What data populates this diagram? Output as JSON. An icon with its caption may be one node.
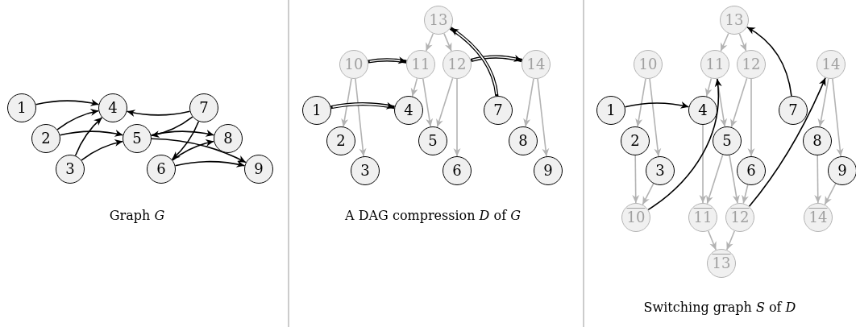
{
  "diagram": {
    "nodes": [
      {
        "text": [
          "1"
        ]
      },
      {
        "text": [
          "2"
        ]
      },
      {
        "text": [
          "3"
        ]
      },
      {
        "text": [
          "4"
        ]
      },
      {
        "text": [
          "5"
        ]
      },
      {
        "text": [
          "6"
        ]
      },
      {
        "text": [
          "7"
        ]
      },
      {
        "text": [
          "8"
        ]
      },
      {
        "text": [
          "9"
        ]
      },
      {
        "text": [
          "1"
        ]
      },
      {
        "text": [
          "2"
        ]
      },
      {
        "text": [
          "3"
        ]
      },
      {
        "text": [
          "4"
        ]
      },
      {
        "text": [
          "5"
        ]
      },
      {
        "text": [
          "6"
        ]
      },
      {
        "text": [
          "7"
        ]
      },
      {
        "text": [
          "8"
        ]
      },
      {
        "text": [
          "9"
        ]
      },
      {
        "text": [
          "10"
        ]
      },
      {
        "text": [
          "11"
        ]
      },
      {
        "text": [
          "12"
        ]
      },
      {
        "text": [
          "13"
        ]
      },
      {
        "text": [
          "14"
        ]
      },
      {
        "text": [
          "1"
        ]
      },
      {
        "text": [
          "2"
        ]
      },
      {
        "text": [
          "3"
        ]
      },
      {
        "text": [
          "4"
        ]
      },
      {
        "text": [
          "5"
        ]
      },
      {
        "text": [
          "6"
        ]
      },
      {
        "text": [
          "7"
        ]
      },
      {
        "text": [
          "8"
        ]
      },
      {
        "text": [
          "9"
        ]
      },
      {
        "text": [
          "10"
        ]
      },
      {
        "text": [
          "11"
        ]
      },
      {
        "text": [
          "12"
        ]
      },
      {
        "text": [
          "13"
        ]
      },
      {
        "text": [
          "14"
        ]
      },
      {
        "text": [
          "10"
        ]
      },
      {
        "text": [
          "11"
        ]
      },
      {
        "text": [
          "12"
        ]
      },
      {
        "text": [
          "13"
        ]
      },
      {
        "text": [
          "14"
        ]
      }
    ],
    "edges": [
      {
        "from": 0,
        "to": 3,
        "arrow": "to",
        "color": "#000000"
      },
      {
        "from": 1,
        "to": 3,
        "arrow": "to",
        "color": "#000000"
      },
      {
        "from": 1,
        "to": 4,
        "arrow": "to",
        "color": "#000000"
      },
      {
        "from": 2,
        "to": 3,
        "arrow": "to",
        "color": "#000000"
      },
      {
        "from": 2,
        "to": 4,
        "arrow": "to",
        "color": "#000000"
      },
      {
        "from": 6,
        "to": 3,
        "arrow": "to",
        "color": "#000000"
      },
      {
        "from": 6,
        "to": 4,
        "arrow": "to",
        "color": "#000000"
      },
      {
        "from": 6,
        "to": 5,
        "arrow": "to",
        "color": "#000000"
      },
      {
        "from": 4,
        "to": 7,
        "arrow": "to",
        "color": "#000000"
      },
      {
        "from": 4,
        "to": 8,
        "arrow": "to",
        "color": "#000000"
      },
      {
        "from": 5,
        "to": 7,
        "arrow": "to",
        "color": "#000000"
      },
      {
        "from": 5,
        "to": 8,
        "arrow": "to",
        "color": "#000000"
      },
      {
        "from": 21,
        "to": 19,
        "arrow": "to"
      },
      {
        "from": 21,
        "to": 20,
        "arrow": "to"
      },
      {
        "from": 18,
        "to": 10,
        "arrow": "to"
      },
      {
        "from": 18,
        "to": 11,
        "arrow": "to"
      },
      {
        "from": 19,
        "to": 12,
        "arrow": "to"
      },
      {
        "from": 19,
        "to": 13,
        "arrow": "to"
      },
      {
        "from": 20,
        "to": 13,
        "arrow": "to"
      },
      {
        "from": 20,
        "to": 14,
        "arrow": "to"
      },
      {
        "from": 22,
        "to": 16,
        "arrow": "to"
      },
      {
        "from": 22,
        "to": 17,
        "arrow": "to"
      },
      {
        "from": 18,
        "to": 19,
        "arrow": "to",
        "style": "thick",
        "color": "#000000"
      },
      {
        "from": 9,
        "to": 12,
        "arrow": "to",
        "style": "thick",
        "color": "#000000"
      },
      {
        "from": 20,
        "to": 22,
        "arrow": "to",
        "style": "thick",
        "color": "#000000"
      },
      {
        "from": 15,
        "to": 21,
        "arrow": "to",
        "style": "thick",
        "color": "#000000"
      },
      {
        "from": 35,
        "to": 33,
        "arrow": "to"
      },
      {
        "from": 35,
        "to": 34,
        "arrow": "to"
      },
      {
        "from": 32,
        "to": 24,
        "arrow": "to"
      },
      {
        "from": 32,
        "to": 25,
        "arrow": "to"
      },
      {
        "from": 33,
        "to": 26,
        "arrow": "to"
      },
      {
        "from": 33,
        "to": 27,
        "arrow": "to"
      },
      {
        "from": 34,
        "to": 27,
        "arrow": "to"
      },
      {
        "from": 34,
        "to": 28,
        "arrow": "to"
      },
      {
        "from": 36,
        "to": 30,
        "arrow": "to"
      },
      {
        "from": 36,
        "to": 31,
        "arrow": "to"
      },
      {
        "from": 24,
        "to": 37,
        "arrow": "to"
      },
      {
        "from": 25,
        "to": 37,
        "arrow": "to"
      },
      {
        "from": 26,
        "to": 38,
        "arrow": "to"
      },
      {
        "from": 27,
        "to": 38,
        "arrow": "to"
      },
      {
        "from": 27,
        "to": 39,
        "arrow": "to"
      },
      {
        "from": 28,
        "to": 39,
        "arrow": "to"
      },
      {
        "from": 30,
        "to": 41,
        "arrow": "to"
      },
      {
        "from": 31,
        "to": 41,
        "arrow": "to"
      },
      {
        "from": 38,
        "to": 40,
        "arrow": "to"
      },
      {
        "from": 39,
        "to": 40,
        "arrow": "to"
      },
      {
        "from": 23,
        "to": 26,
        "arrow": "to",
        "color": "#000000"
      },
      {
        "from": 37,
        "to": 33,
        "arrow": "to",
        "color": "#000000"
      },
      {
        "from": 29,
        "to": 35,
        "arrow": "to",
        "color": "#000000"
      },
      {
        "from": 39,
        "to": 36,
        "arrow": "to",
        "color": "#000000"
      }
    ],
    "labels": [
      "Graph *G*",
      "A DAG compression *D* of *G*",
      "Switching graph *S* of *D*"
    ]
  }
}
